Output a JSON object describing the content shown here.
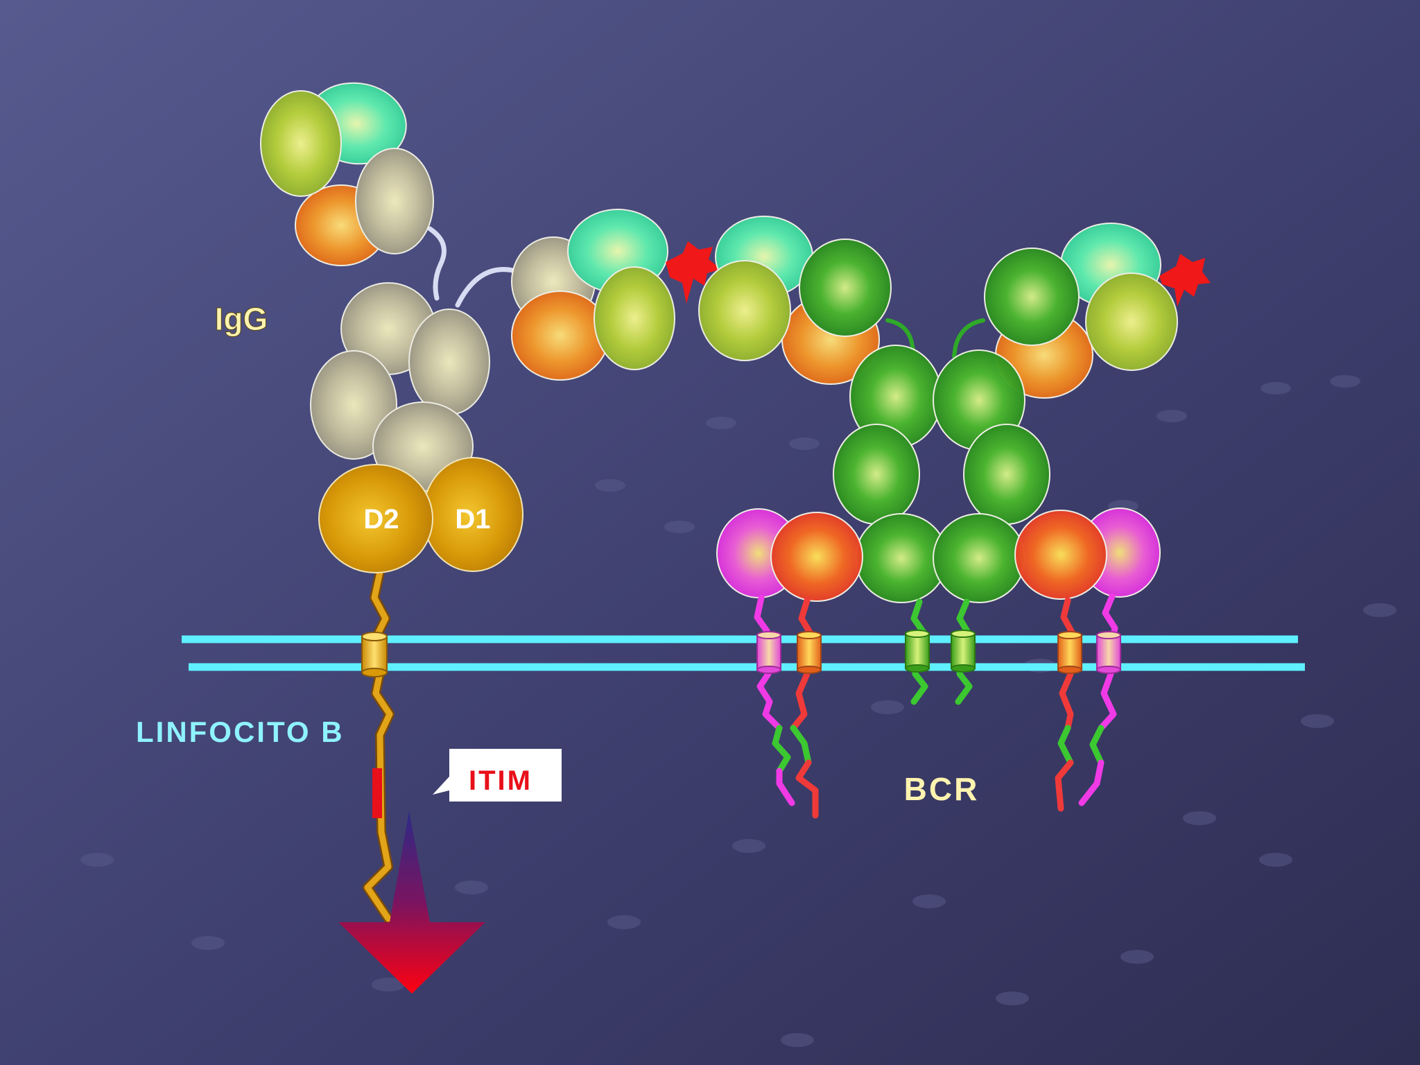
{
  "labels": {
    "igg": "IgG",
    "d2": "D2",
    "d1": "D1",
    "cell": "LINFOCITO B",
    "itim": "ITIM",
    "bcr": "BCR"
  },
  "colors": {
    "background": "#3a3a66",
    "membrane": "#5ef0ff",
    "label_yellow": "#fff3b0",
    "label_cyan": "#8ff3ff",
    "itim_red": "#e8101a",
    "receptor_gold": "#d8a010",
    "bcr_green": "#3fb22a",
    "antigen_red": "#f01818"
  },
  "icons": {
    "signal_arrow": "inhibitory-signal-arrow-icon",
    "antigen": "antigen-icon"
  }
}
